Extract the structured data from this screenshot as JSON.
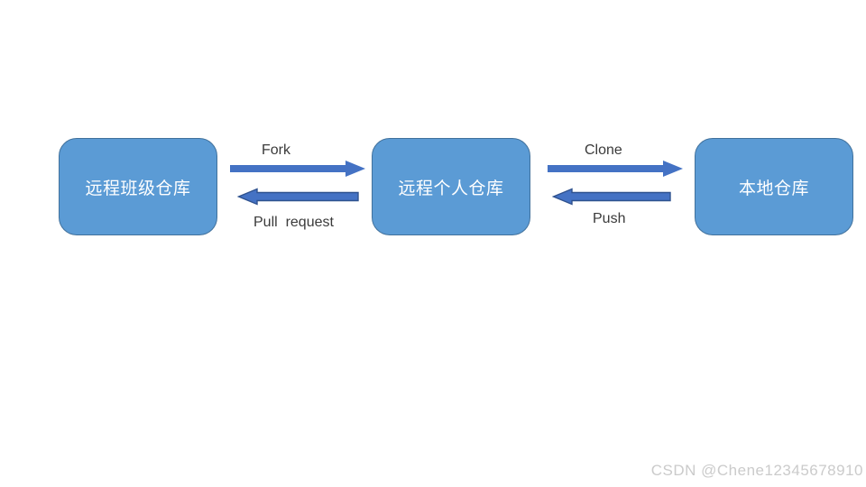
{
  "diagram": {
    "title": "git-fork-clone-workflow",
    "nodes": [
      {
        "id": "remote-class-repo",
        "label": "远程班级仓库"
      },
      {
        "id": "remote-personal-repo",
        "label": "远程个人仓库"
      },
      {
        "id": "local-repo",
        "label": "本地仓库"
      }
    ],
    "edges": [
      {
        "label": "Fork",
        "from": "remote-class-repo",
        "to": "remote-personal-repo",
        "direction": "right"
      },
      {
        "label": "Pull  request",
        "from": "remote-personal-repo",
        "to": "remote-class-repo",
        "direction": "left"
      },
      {
        "label": "Clone",
        "from": "remote-personal-repo",
        "to": "local-repo",
        "direction": "right"
      },
      {
        "label": "Push",
        "from": "local-repo",
        "to": "remote-personal-repo",
        "direction": "left"
      }
    ],
    "colors": {
      "node_fill": "#5B9BD5",
      "node_border": "#41719C",
      "node_text": "#FFFFFF",
      "arrow_fill": "#4472C4",
      "arrow_border": "#2F528F",
      "label_text": "#3A3A3A",
      "background": "#FFFFFF",
      "watermark_text": "#CBCBCB"
    }
  },
  "watermark": "CSDN @Chene12345678910"
}
